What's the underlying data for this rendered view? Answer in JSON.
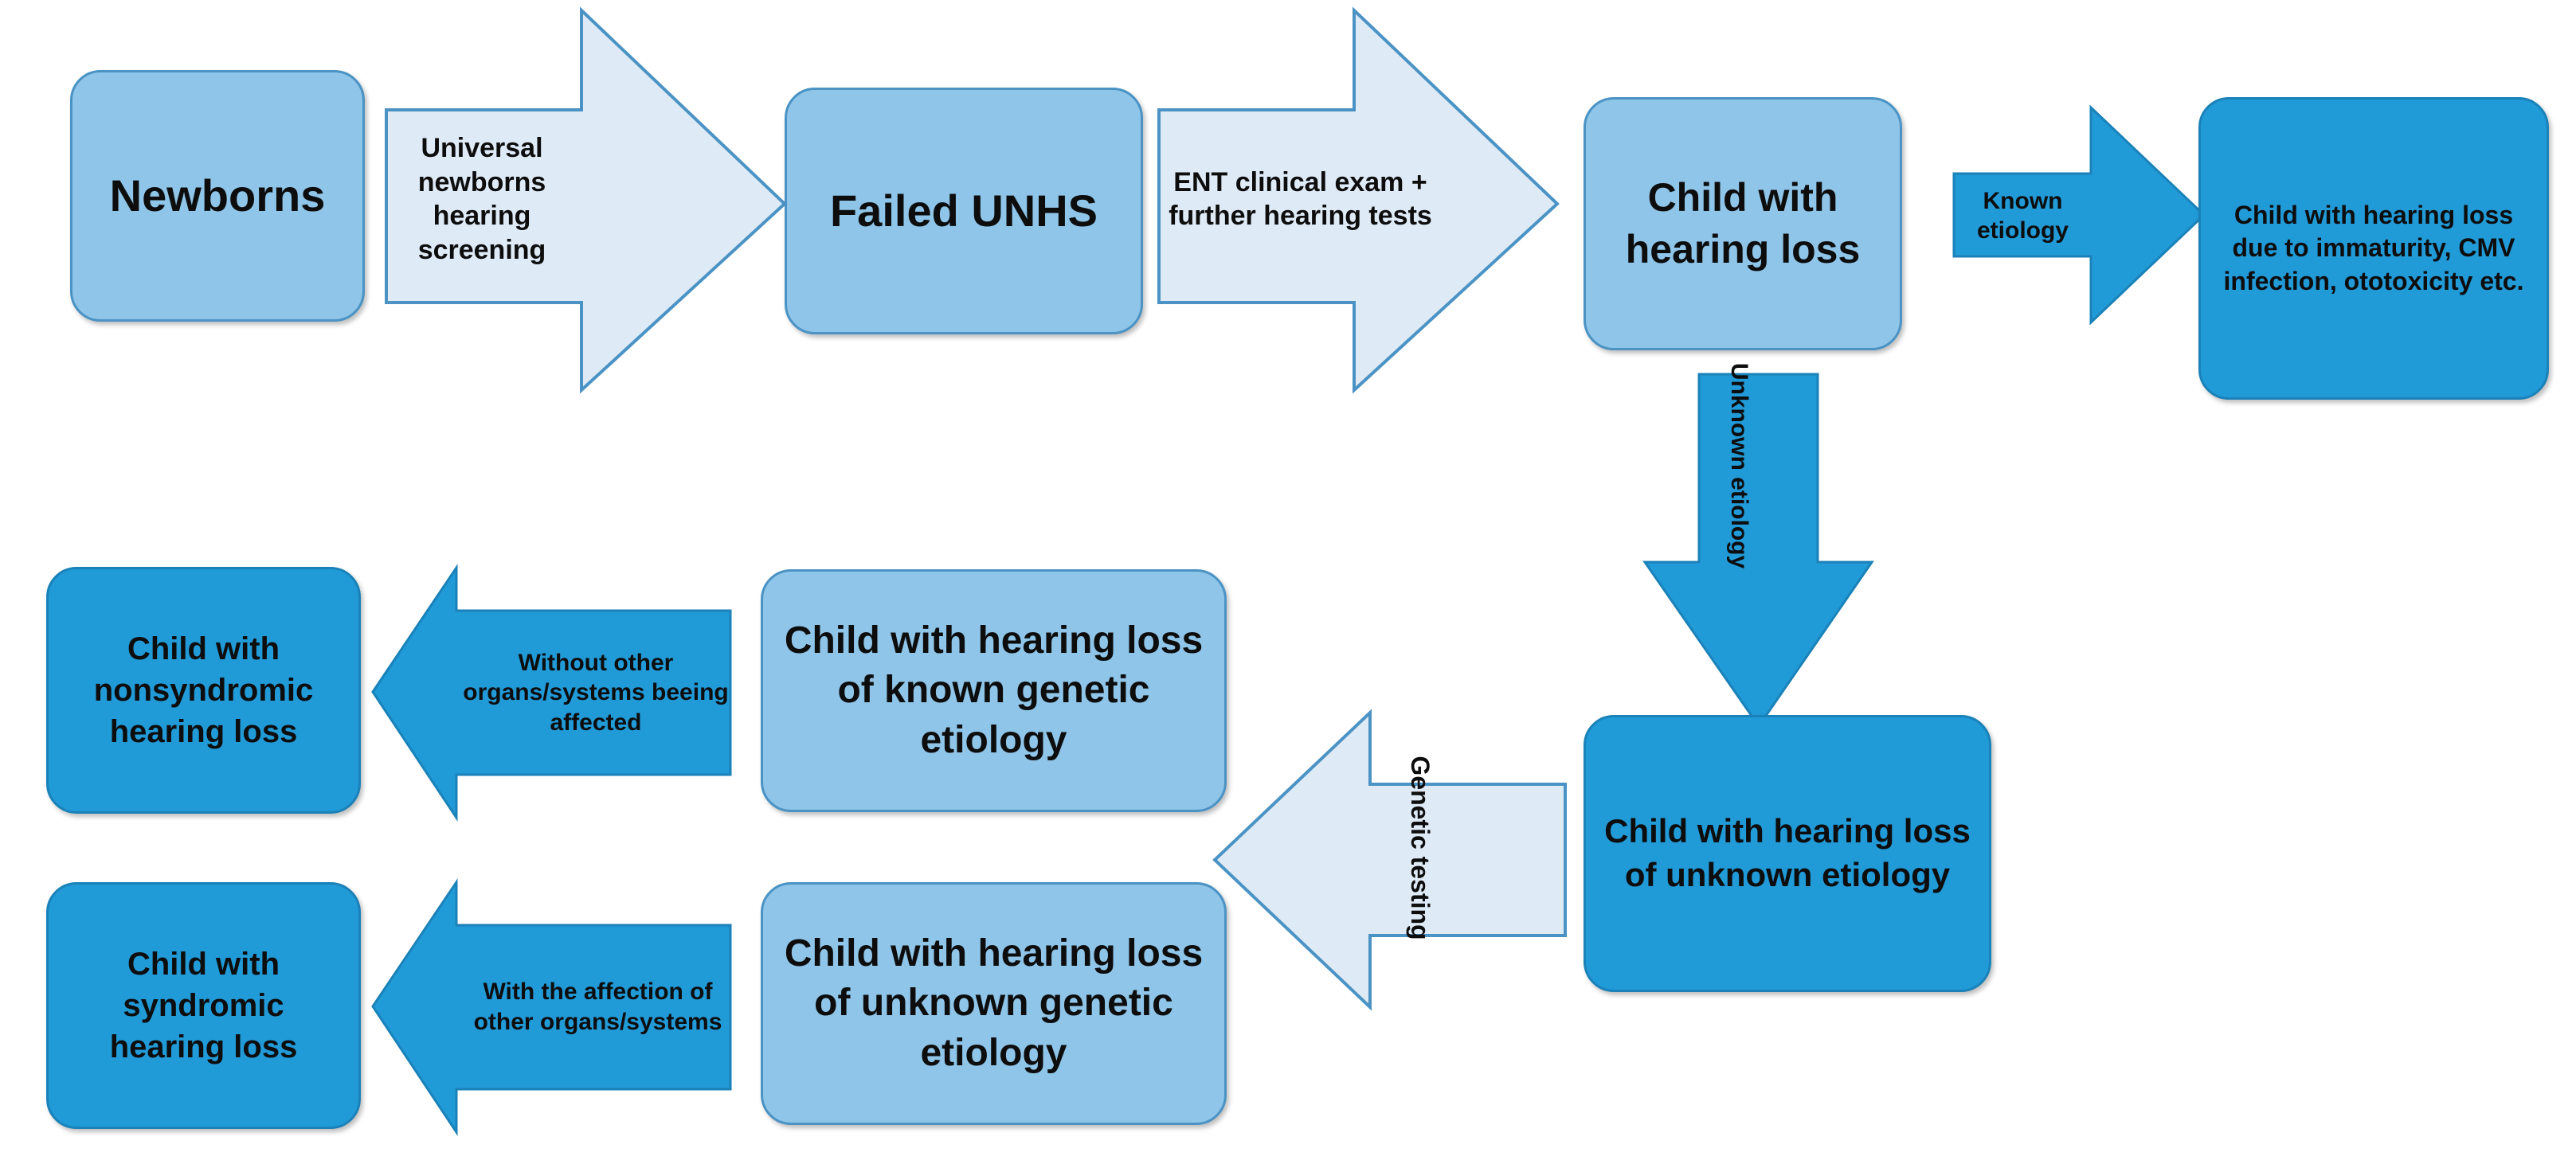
{
  "diagram": {
    "title": "Newborn hearing loss diagnostic pathway flowchart",
    "colors": {
      "node_light_fill": "#8FC5E8",
      "node_light_border": "#4a93c4",
      "node_dark_fill": "#219AD8",
      "node_dark_border": "#1a82b8",
      "arrow_pale_fill": "#DEEAF6",
      "arrow_pale_border": "#4a93c4",
      "arrow_dark_fill": "#219AD8",
      "arrow_dark_border": "#1a82b8",
      "text": "#0d0d0d",
      "background": "#ffffff"
    }
  },
  "nodes": {
    "newborns": {
      "label": "Newborns",
      "style": "light"
    },
    "failed_unhs": {
      "label": "Failed UNHS",
      "style": "light"
    },
    "child_hearing_loss": {
      "label": "Child with hearing loss",
      "style": "light"
    },
    "known_etiology_outcome": {
      "label": "Child with hearing loss due to immaturity, CMV infection, ototoxicity etc.",
      "style": "dark"
    },
    "unknown_etiology": {
      "label": "Child with hearing loss of unknown etiology",
      "style": "dark"
    },
    "known_genetic": {
      "label": "Child with hearing loss of known genetic etiology",
      "style": "light"
    },
    "unknown_genetic": {
      "label": "Child with hearing loss of unknown genetic etiology",
      "style": "light"
    },
    "nonsyndromic": {
      "label": "Child with nonsyndromic hearing loss",
      "style": "dark"
    },
    "syndromic": {
      "label": "Child with syndromic hearing loss",
      "style": "dark"
    }
  },
  "arrows": {
    "unhs_screening": {
      "label": "Universal newborns hearing screening",
      "direction": "right",
      "style": "pale"
    },
    "ent_exam": {
      "label": "ENT clinical exam + further hearing tests",
      "direction": "right",
      "style": "pale"
    },
    "known_etiology": {
      "label": "Known etiology",
      "direction": "right",
      "style": "dark"
    },
    "unknown_etiology": {
      "label": "Unknown etiology",
      "direction": "down",
      "style": "dark"
    },
    "genetic_testing": {
      "label": "Genetic testing",
      "direction": "left",
      "style": "pale"
    },
    "without_other_organs": {
      "label": "Without other organs/systems beeing affected",
      "direction": "left",
      "style": "dark"
    },
    "with_affection": {
      "label": "With the affection of other organs/systems",
      "direction": "left",
      "style": "dark"
    }
  }
}
